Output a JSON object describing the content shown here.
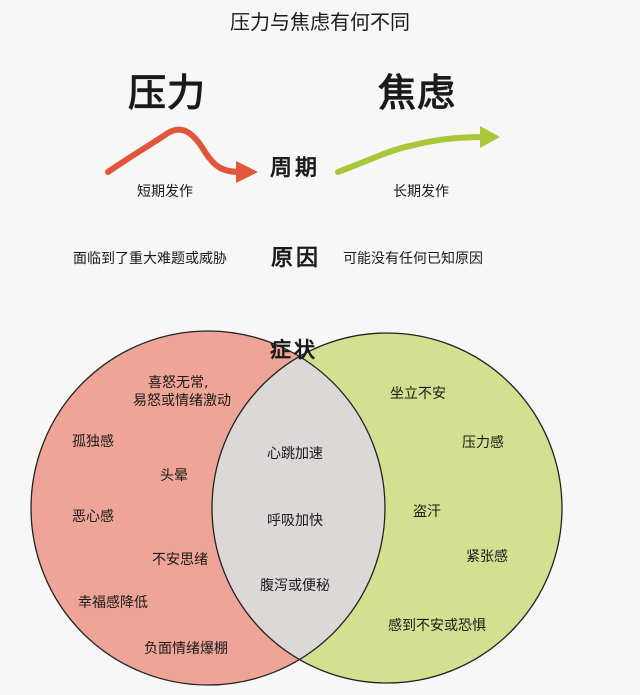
{
  "title": "压力与焦虑有何不同",
  "left_heading": "压力",
  "right_heading": "焦虑",
  "row_cycle": {
    "label": "周期",
    "left": "短期发作",
    "right": "长期发作"
  },
  "row_cause": {
    "label": "原因",
    "left": "面临到了重大难题或威胁",
    "right": "可能没有任何已知原因"
  },
  "symptoms": {
    "label": "症状",
    "stress_only": [
      "喜怒无常,",
      "易怒或情绪激动",
      "孤独感",
      "头晕",
      "恶心感",
      "不安思绪",
      "幸福感降低",
      "负面情绪爆棚"
    ],
    "shared": [
      "心跳加速",
      "呼吸加快",
      "腹泻或便秘"
    ],
    "anxiety_only": [
      "坐立不安",
      "压力感",
      "盗汗",
      "紧张感",
      "感到不安或恐惧"
    ]
  },
  "colors": {
    "stress_arrow": "#e2553b",
    "anxiety_arrow": "#a8c83a",
    "stress_circle": "#eea597",
    "anxiety_circle": "#d3e090",
    "overlap": "#dcd8d8"
  }
}
